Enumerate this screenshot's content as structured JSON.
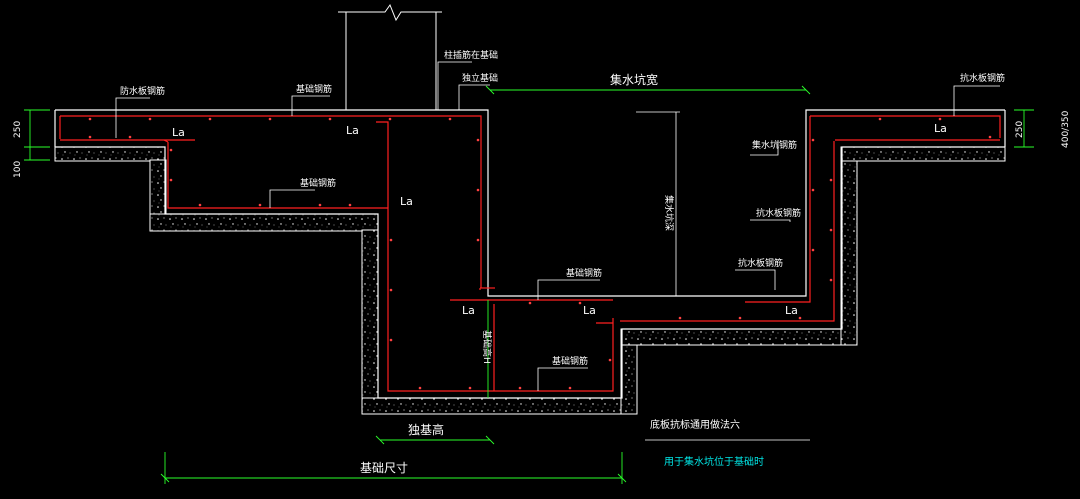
{
  "colors": {
    "background": "#000000",
    "outline": "#ffffff",
    "rebar": "#ff2020",
    "dim": "#00ff00",
    "caption_blue": "#00e5e5"
  },
  "labels": {
    "rebar_label_left": "防水板钢筋",
    "base_rebar_top": "基础钢筋",
    "col_insert": "柱插筋在基础",
    "wall_rebar": "独立基础",
    "pit_width": "集水坑宽",
    "right_top_rebar": "抗水板钢筋",
    "pit_rebar_1": "集水坑钢筋",
    "pit_depth": "集水坑深",
    "pit_rebar_2": "抗水板钢筋",
    "pit_rebar_3": "抗水板钢筋",
    "base_rebar_mid": "基础钢筋",
    "base_rebar_pit": "基础钢筋",
    "base_rebar_bottom": "基础钢筋",
    "pit_height_vert": "基础高H",
    "la": "La",
    "dim_250_left": "250",
    "dim_100_left": "100",
    "dim_250_right": "250",
    "dim_right_edge": "400/350",
    "found_height": "独基高",
    "found_size": "基础尺寸",
    "caption_title": "底板抗标通用做法六",
    "caption_note": "用于集水坑位于基础时"
  }
}
